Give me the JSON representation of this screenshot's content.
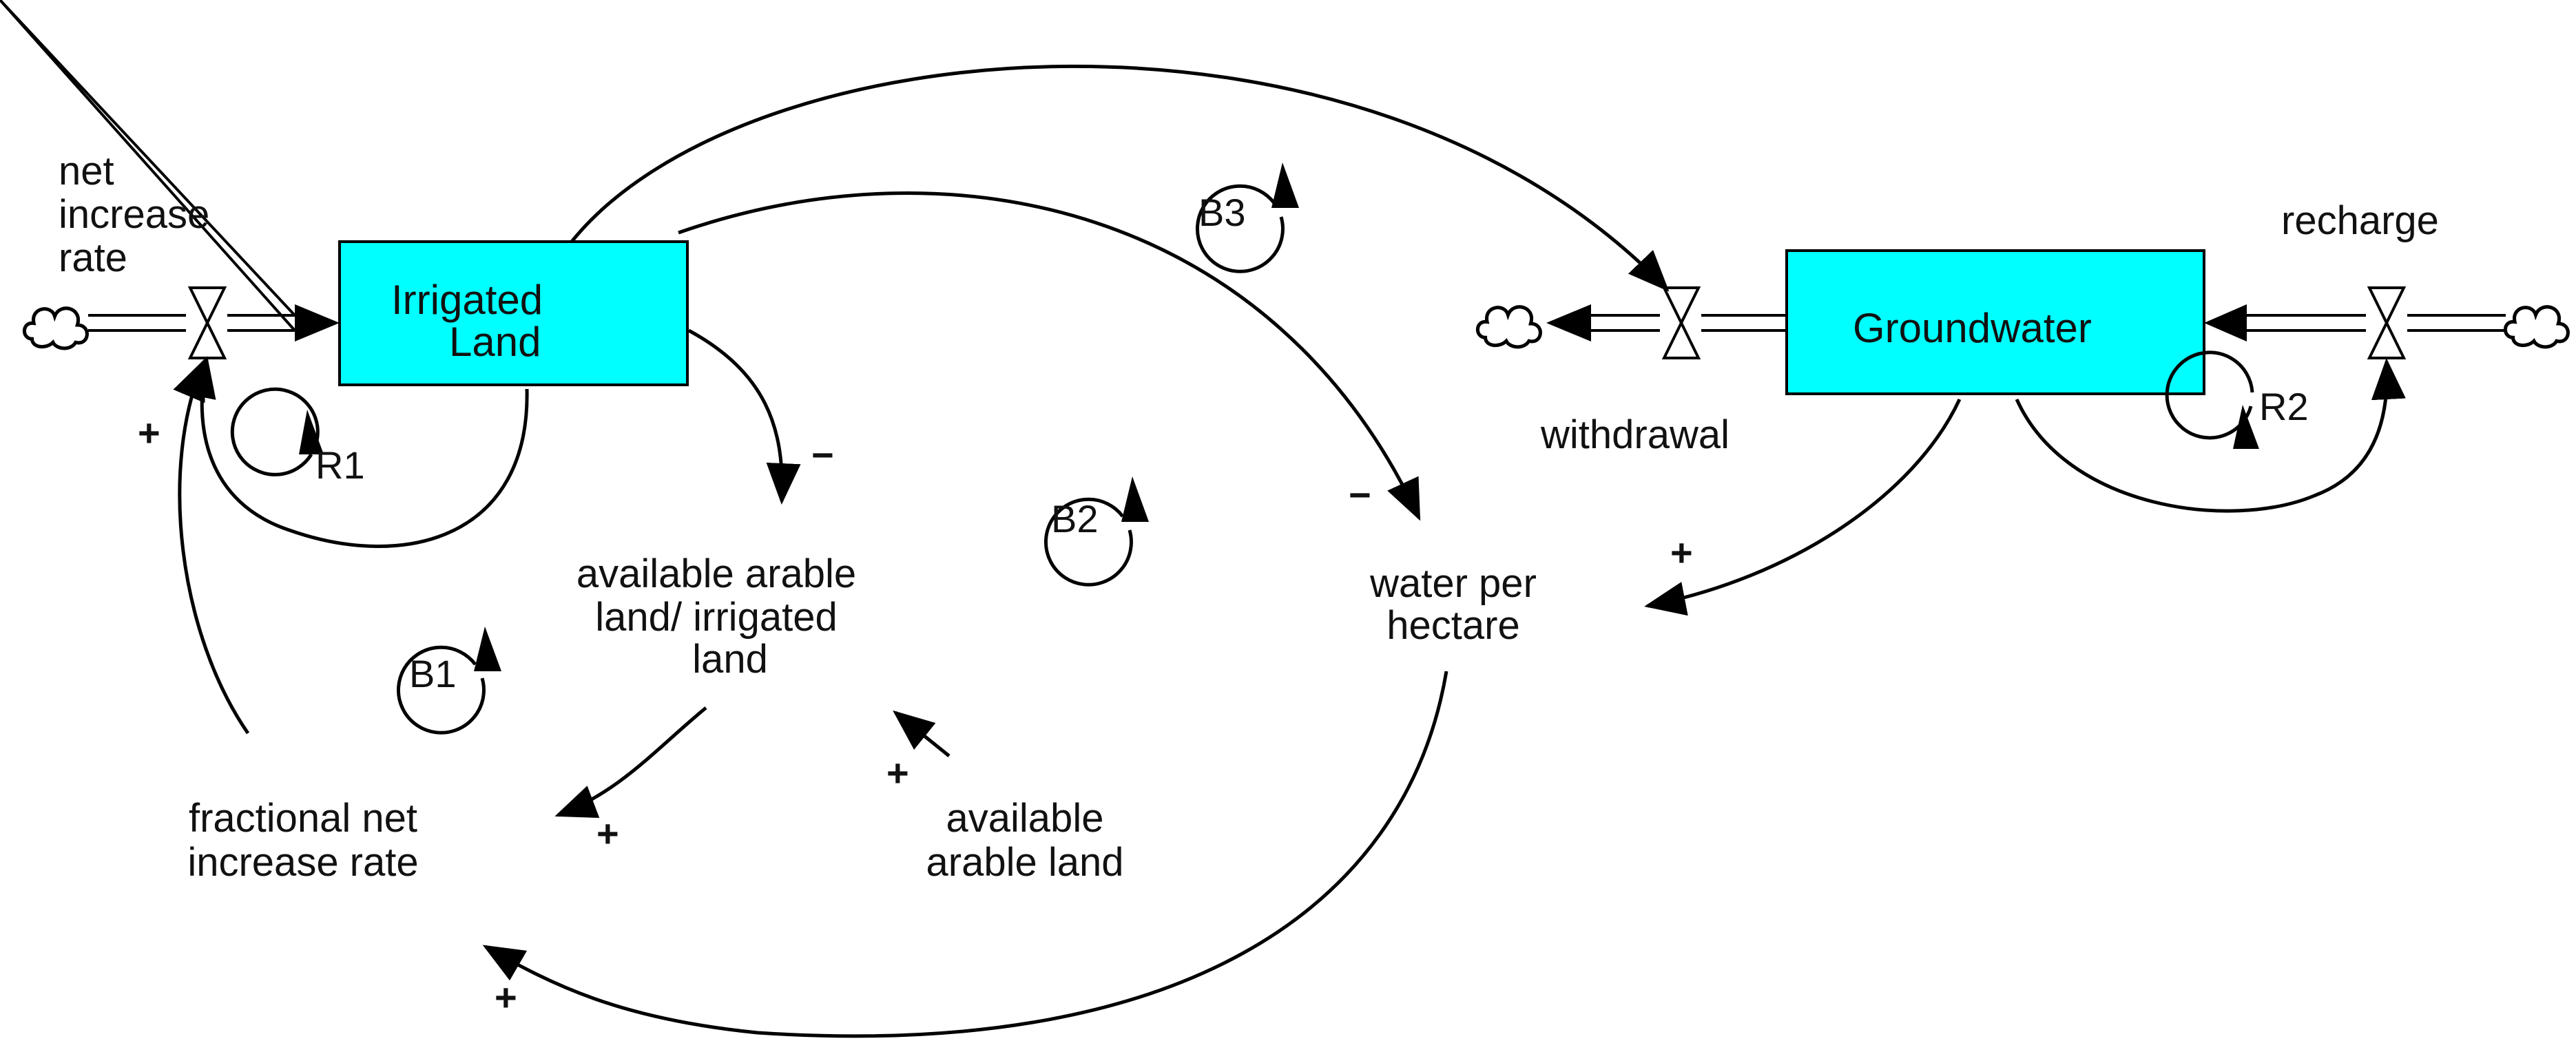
{
  "stocks": {
    "irrigated_land": [
      "Irrigated",
      "Land"
    ],
    "groundwater": "Groundwater"
  },
  "flows": {
    "net_increase_rate": [
      "net",
      "increase",
      "rate"
    ],
    "withdrawal": "withdrawal",
    "recharge": "recharge"
  },
  "variables": {
    "available_ratio": [
      "available arable",
      "land/ irrigated",
      "land"
    ],
    "water_per_hectare": [
      "water per",
      "hectare"
    ],
    "fractional_net_increase_rate": [
      "fractional net",
      "increase rate"
    ],
    "available_arable_land": [
      "available",
      "arable land"
    ]
  },
  "loops": {
    "r1": "R1",
    "r2": "R2",
    "b1": "B1",
    "b2": "B2",
    "b3": "B3"
  },
  "polarity": {
    "plus": "+",
    "minus": "−"
  },
  "colors": {
    "stock_fill": "#00ffff",
    "stroke": "#000000"
  }
}
